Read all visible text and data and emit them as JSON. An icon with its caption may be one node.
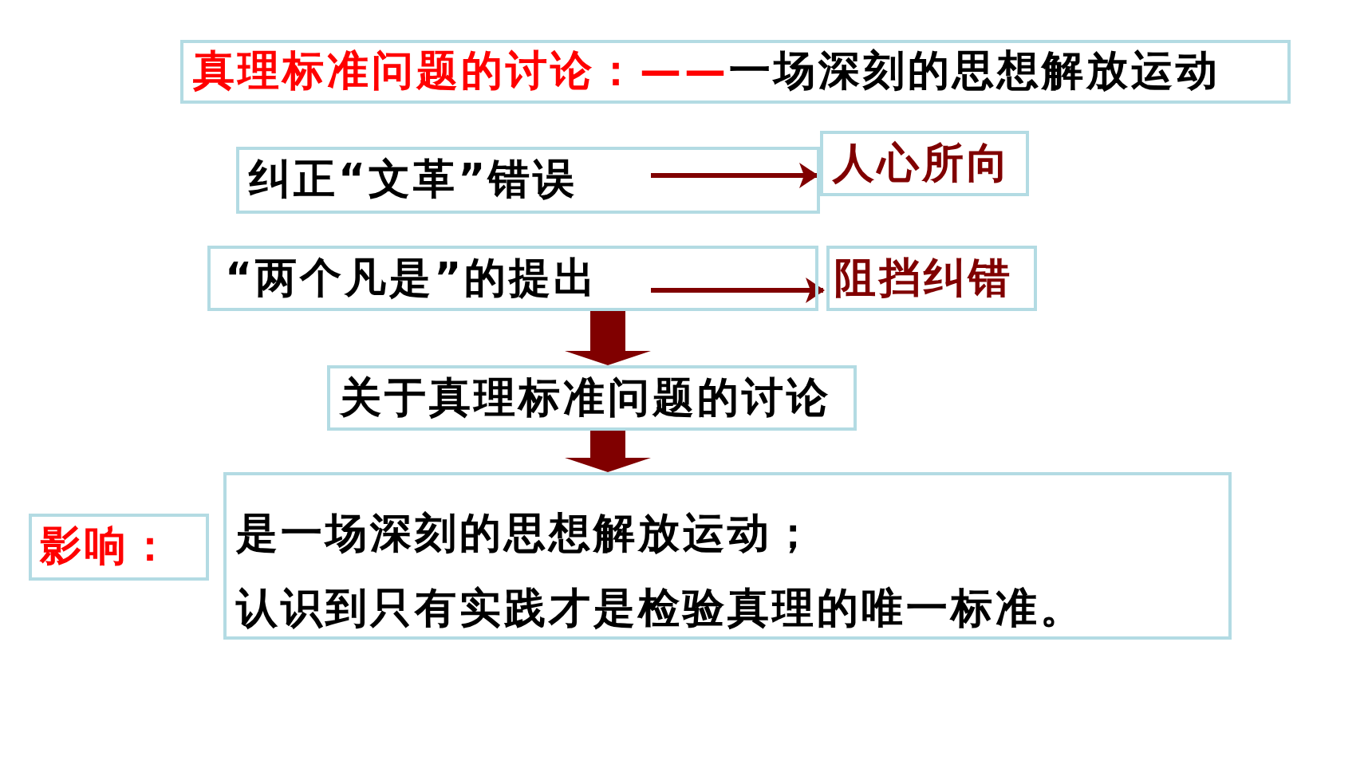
{
  "diagram": {
    "nodes": [
      {
        "text": [
          "真理标准问题的讨论：——",
          "一场深刻的思想解放运动"
        ]
      },
      {
        "text": [
          "纠正“文革”错误"
        ]
      },
      {
        "text": [
          "人心所向"
        ]
      },
      {
        "text": [
          "“两个凡是”的提出"
        ]
      },
      {
        "text": [
          "阻挡纠错"
        ]
      },
      {
        "text": [
          "关于真理标准问题的讨论"
        ]
      },
      {
        "text": [
          "影响："
        ]
      },
      {
        "text": [
          "是一场深刻的思想解放运动；",
          "认识到只有实践才是检验真理的唯一标准。"
        ]
      }
    ],
    "edges": [
      {
        "from": 1,
        "to": 2,
        "arrow": "to"
      },
      {
        "from": 3,
        "to": 4,
        "arrow": "to"
      },
      {
        "from": 3,
        "to": 5,
        "arrow": "to",
        "style": "thick"
      },
      {
        "from": 5,
        "to": 7,
        "arrow": "to",
        "style": "thick"
      }
    ]
  }
}
